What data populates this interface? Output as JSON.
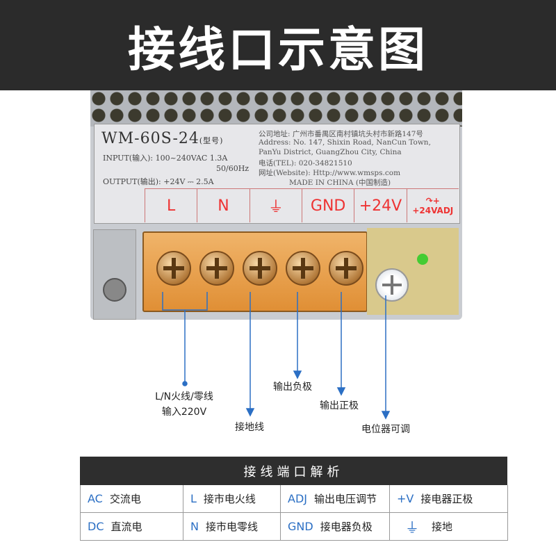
{
  "title": "接线口示意图",
  "label": {
    "model": "WM-60S-24",
    "model_suffix": "(型号)",
    "input": "INPUT(输入): 100~240VAC 1.3A",
    "freq": "50/60Hz",
    "output": "OUTPUT(输出): +24V ⎓ 2.5A",
    "address": [
      "公司地址: 广州市番禺区南村镇坑头村市新路147号",
      "Address: No. 147, Shixin Road, NanCun Town,",
      "PanYu District, GuangZhou City, China",
      "电话(TEL): 020-34821510",
      "网址(Website): Http://www.wmsps.com",
      "MADE IN CHINA (中国制造)"
    ],
    "markings": [
      "L",
      "N",
      "⏚",
      "GND",
      "+24V",
      "+24VADJ"
    ]
  },
  "callouts": {
    "ln": [
      "L/N火线/零线",
      "输入220V"
    ],
    "ground": "接地线",
    "neg": "输出负极",
    "pos": "输出正极",
    "pot": "电位器可调"
  },
  "table": {
    "title": "接线端口解析",
    "rows": [
      [
        {
          "key": "AC",
          "desc": "交流电"
        },
        {
          "key": "L",
          "desc": "接市电火线"
        },
        {
          "key": "ADJ",
          "desc": "输出电压调节"
        },
        {
          "key": "+V",
          "desc": "接电器正极"
        }
      ],
      [
        {
          "key": "DC",
          "desc": "直流电"
        },
        {
          "key": "N",
          "desc": "接市电零线"
        },
        {
          "key": "GND",
          "desc": "接电器负极"
        },
        {
          "key": "⏚",
          "desc": "接地"
        }
      ]
    ]
  },
  "colors": {
    "accent": "#2b6fc4",
    "marking": "#e33333",
    "header_bg": "#2b2b2b"
  }
}
